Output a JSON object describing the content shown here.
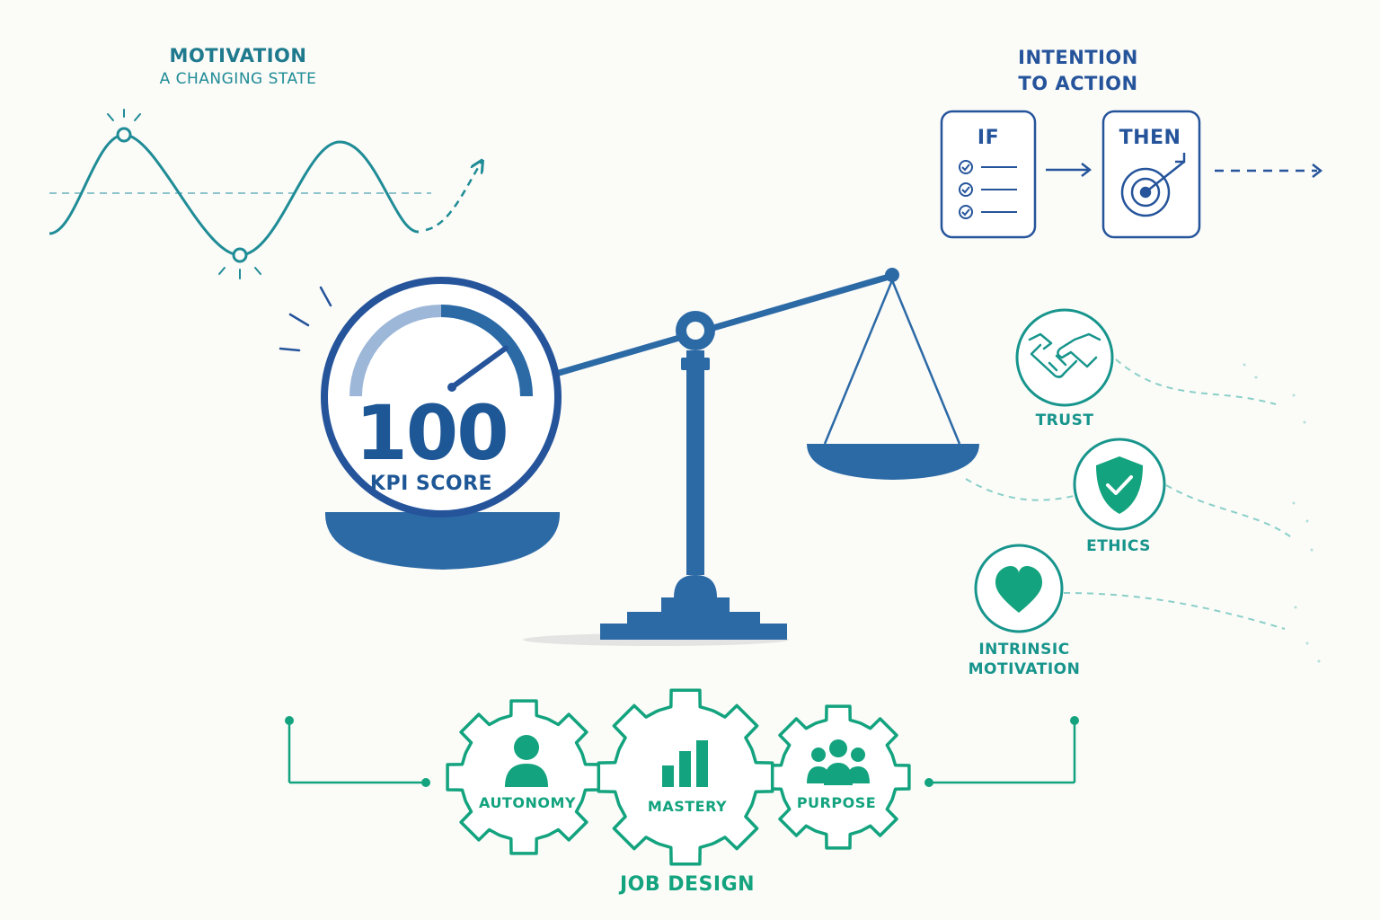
{
  "motivation": {
    "title": "MOTIVATION",
    "subtitle": "A CHANGING STATE"
  },
  "intention": {
    "title_line1": "INTENTION",
    "title_line2": "TO ACTION",
    "if_label": "IF",
    "then_label": "THEN"
  },
  "kpi": {
    "score": "100",
    "label": "KPI SCORE",
    "gauge_level": 0.8
  },
  "values": {
    "trust": "TRUST",
    "ethics": "ETHICS",
    "intrinsic_line1": "INTRINSIC",
    "intrinsic_line2": "MOTIVATION"
  },
  "job_design": {
    "autonomy": "AUTONOMY",
    "mastery": "MASTERY",
    "purpose": "PURPOSE",
    "title": "JOB DESIGN"
  },
  "colors": {
    "navy": "#25549b",
    "scale_blue": "#2c6aa6",
    "teal": "#17958c",
    "green": "#13a37e",
    "light_blue": "#9db7d9"
  }
}
